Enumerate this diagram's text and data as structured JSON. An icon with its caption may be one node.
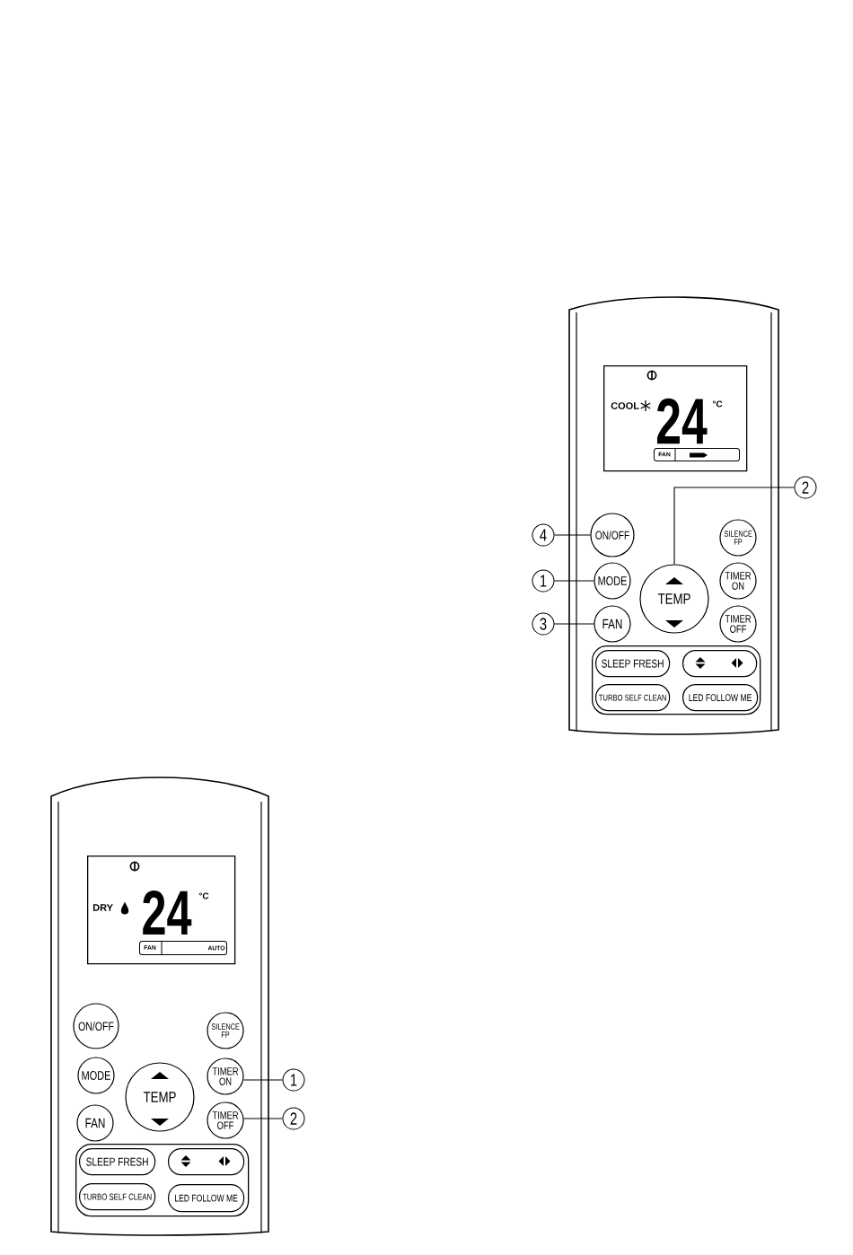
{
  "diagram": {
    "nodes": [
      {
        "text": [],
        "shape": "box"
      },
      {
        "text": [
          "COOL",
          "24",
          "°C"
        ],
        "in": 0
      },
      {
        "text": [
          "FAN"
        ],
        "in": 1
      },
      {
        "text": [
          "ON/OFF"
        ],
        "in": 0
      },
      {
        "text": [
          "SILENCE FP"
        ],
        "in": 0
      },
      {
        "text": [
          "MODE"
        ],
        "in": 0
      },
      {
        "text": [
          "TEMP"
        ],
        "in": 0
      },
      {
        "text": [
          "TIMER ON"
        ],
        "in": 0
      },
      {
        "text": [
          "FAN"
        ],
        "in": 0
      },
      {
        "text": [
          "TIMER OFF"
        ],
        "in": 0
      },
      {
        "text": [],
        "shape": "box",
        "in": 0
      },
      {
        "text": [
          "SLEEP FRESH"
        ],
        "in": 10
      },
      {
        "text": [],
        "shape": "box",
        "in": 10
      },
      {
        "text": [
          "TURBO SELF CLEAN"
        ],
        "in": 10
      },
      {
        "text": [
          "LED FOLLOW ME"
        ],
        "in": 10
      },
      {
        "text": [
          "2"
        ]
      },
      {
        "text": [
          "4"
        ]
      },
      {
        "text": [
          "1"
        ]
      },
      {
        "text": [
          "3"
        ]
      },
      {
        "text": [],
        "shape": "box"
      },
      {
        "text": [
          "DRY",
          "24",
          "°C"
        ],
        "in": 19
      },
      {
        "text": [
          "FAN",
          "AUTO"
        ],
        "in": 20
      },
      {
        "text": [
          "ON/OFF"
        ],
        "in": 19
      },
      {
        "text": [
          "SILENCE FP"
        ],
        "in": 19
      },
      {
        "text": [
          "MODE"
        ],
        "in": 19
      },
      {
        "text": [
          "TEMP"
        ],
        "in": 19
      },
      {
        "text": [
          "TIMER ON"
        ],
        "in": 19
      },
      {
        "text": [
          "FAN"
        ],
        "in": 19
      },
      {
        "text": [
          "TIMER OFF"
        ],
        "in": 19
      },
      {
        "text": [],
        "shape": "box",
        "in": 19
      },
      {
        "text": [
          "SLEEP FRESH"
        ],
        "in": 29
      },
      {
        "text": [],
        "shape": "box",
        "in": 29
      },
      {
        "text": [
          "TURBO SELF CLEAN"
        ],
        "in": 29
      },
      {
        "text": [
          "LED FOLLOW ME"
        ],
        "in": 29
      },
      {
        "text": [
          "1"
        ]
      },
      {
        "text": [
          "2"
        ]
      }
    ],
    "edges": [
      {
        "from": 15,
        "to": 6,
        "arrow": "none"
      },
      {
        "from": 16,
        "to": 3,
        "arrow": "none"
      },
      {
        "from": 17,
        "to": 5,
        "arrow": "none"
      },
      {
        "from": 18,
        "to": 8,
        "arrow": "none"
      },
      {
        "from": 34,
        "to": 26,
        "arrow": "none"
      },
      {
        "from": 35,
        "to": 28,
        "arrow": "none"
      }
    ]
  }
}
